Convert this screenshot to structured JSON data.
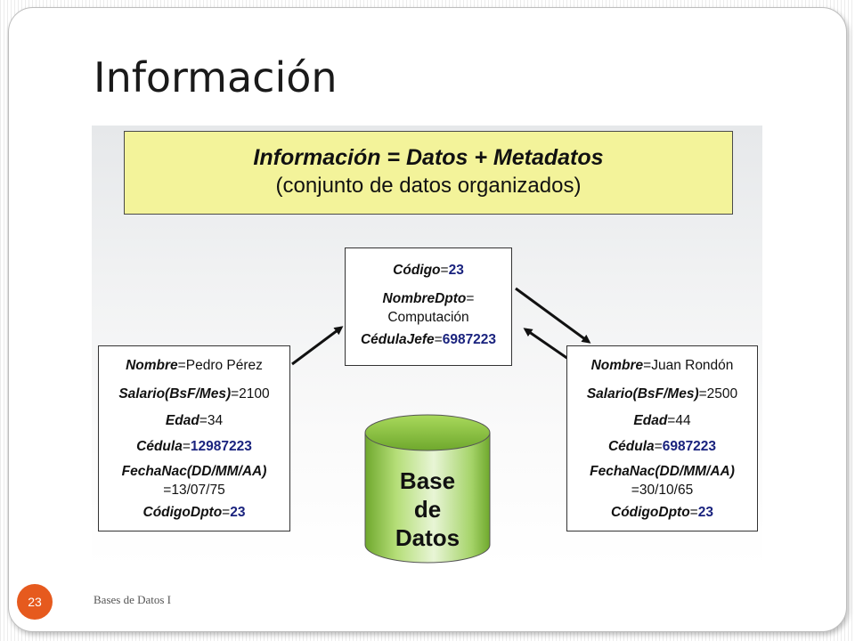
{
  "slide": {
    "title": "Información",
    "footer": "Bases de Datos I",
    "page_number": "23"
  },
  "diagram": {
    "banner": {
      "line1": "Información = Datos + Metadatos",
      "line2": "(conjunto de datos organizados)"
    },
    "department": {
      "codigo_key": "Código",
      "codigo_val": "23",
      "nombre_key": "NombreDpto",
      "nombre_val": "Computación",
      "cedula_key": "CédulaJefe",
      "cedula_val": "6987223"
    },
    "employee_left": {
      "nombre_key": "Nombre",
      "nombre_val": "Pedro Pérez",
      "salario_key": "Salario(BsF/Mes)",
      "salario_val": "2100",
      "edad_key": "Edad",
      "edad_val": "34",
      "cedula_key": "Cédula",
      "cedula_val": "12987223",
      "fecha_key": "FechaNac(DD/MM/AA)",
      "fecha_val": "=13/07/75",
      "dpto_key": "CódigoDpto",
      "dpto_val": "23"
    },
    "employee_right": {
      "nombre_key": "Nombre",
      "nombre_val": "Juan Rondón",
      "salario_key": "Salario(BsF/Mes)",
      "salario_val": "2500",
      "edad_key": "Edad",
      "edad_val": "44",
      "cedula_key": "Cédula",
      "cedula_val": "6987223",
      "fecha_key": "FechaNac(DD/MM/AA)",
      "fecha_val": "=30/10/65",
      "dpto_key": "CódigoDpto",
      "dpto_val": "23"
    },
    "database": {
      "line1": "Base",
      "line2": "de",
      "line3": "Datos"
    },
    "colors": {
      "banner_fill": "#f3f39a",
      "value_blue": "#1a237e",
      "cylinder_green": "#8cc63f",
      "page_badge": "#e65a1e"
    }
  }
}
